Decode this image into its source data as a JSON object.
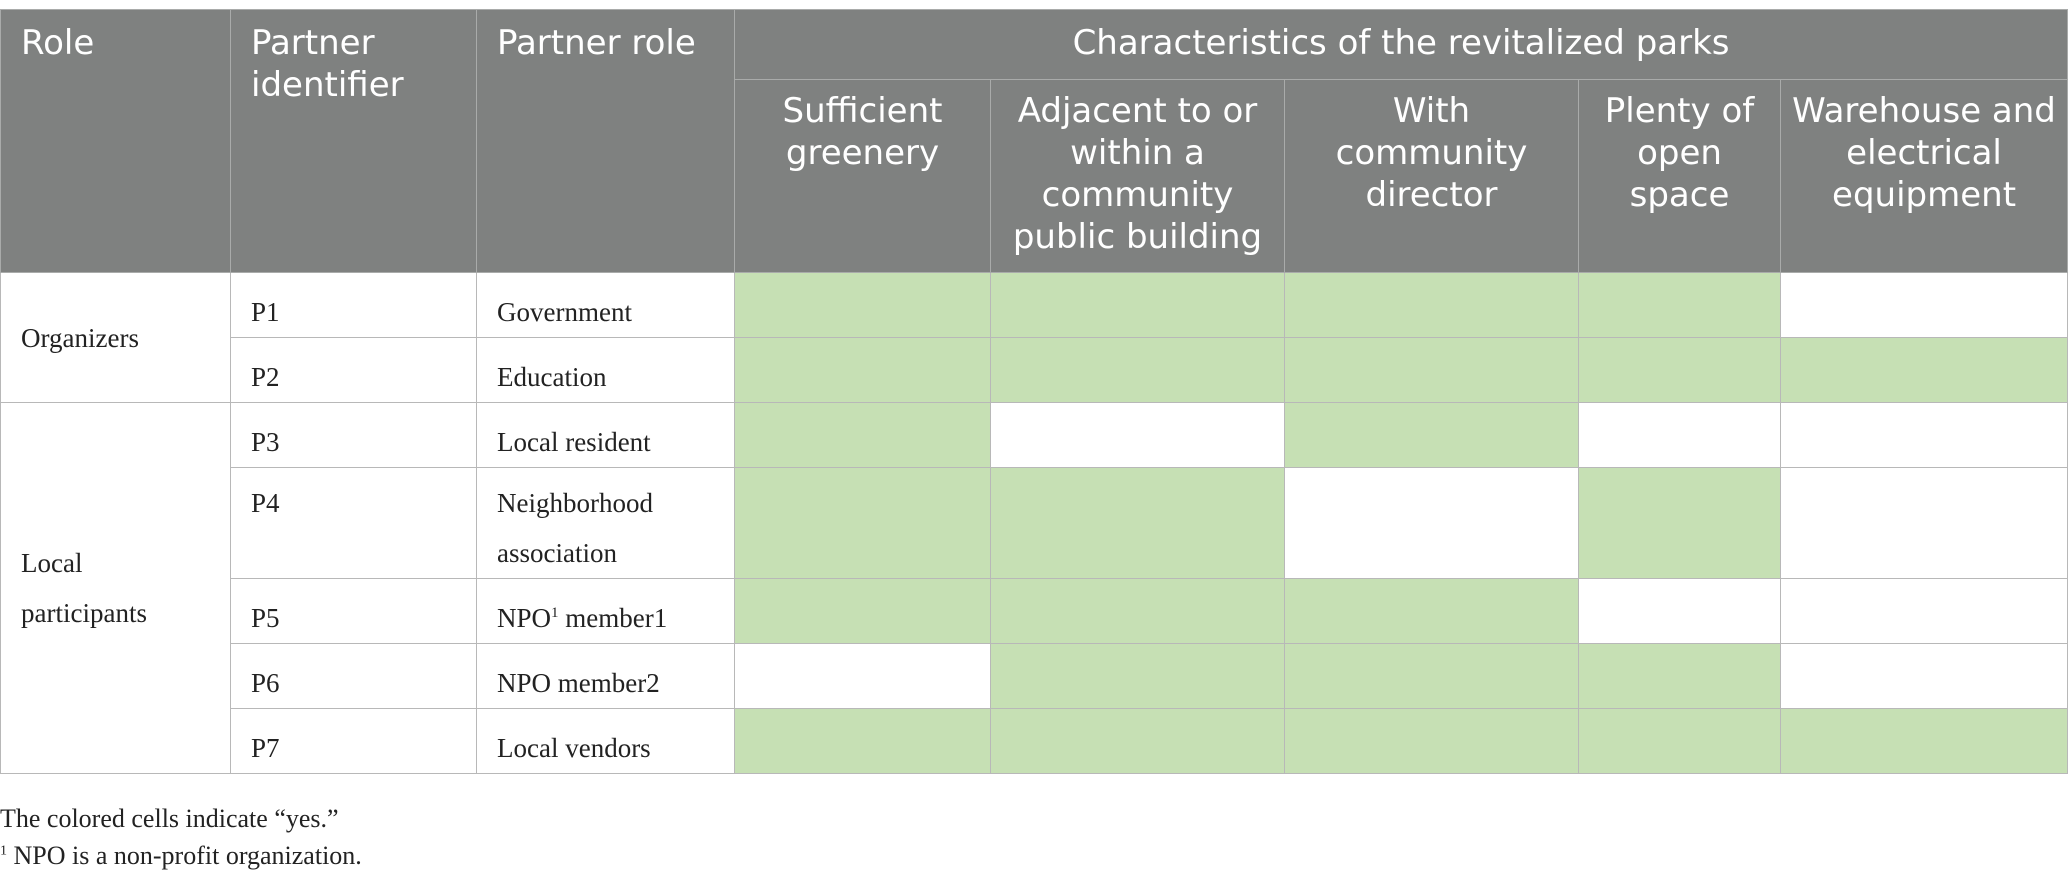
{
  "table": {
    "headers": {
      "role": "Role",
      "partner_identifier": "Partner identifier",
      "partner_role": "Partner role",
      "characteristics_group": "Characteristics of the revitalized parks",
      "characteristics": [
        "Sufficient greenery",
        "Adjacent to or within a community public building",
        "With community director",
        "Plenty of open space",
        "Warehouse and electrical equipment"
      ]
    },
    "role_groups": [
      "Organizers",
      "Local participants"
    ],
    "rows": [
      {
        "id": "P1",
        "role": "Government",
        "cells": [
          true,
          true,
          true,
          true,
          false
        ]
      },
      {
        "id": "P2",
        "role": "Education",
        "cells": [
          true,
          true,
          true,
          true,
          true
        ]
      },
      {
        "id": "P3",
        "role": "Local resident",
        "cells": [
          true,
          false,
          true,
          false,
          false
        ]
      },
      {
        "id": "P4",
        "role": "Neighborhood association",
        "cells": [
          true,
          true,
          false,
          true,
          false
        ]
      },
      {
        "id": "P5",
        "role_prefix": "NPO",
        "role_sup": "1",
        "role_suffix": " member1",
        "cells": [
          true,
          true,
          true,
          false,
          false
        ]
      },
      {
        "id": "P6",
        "role": "NPO member2",
        "cells": [
          false,
          true,
          true,
          true,
          false
        ]
      },
      {
        "id": "P7",
        "role": "Local vendors",
        "cells": [
          true,
          true,
          true,
          true,
          true
        ]
      }
    ],
    "colors": {
      "header_bg": "#7f8180",
      "yes_fill": "#c6e0b4"
    }
  },
  "notes": {
    "colored_note": "The colored cells indicate “yes.”",
    "footnote_mark": "1",
    "footnote_text": " NPO is a non-profit organization."
  }
}
